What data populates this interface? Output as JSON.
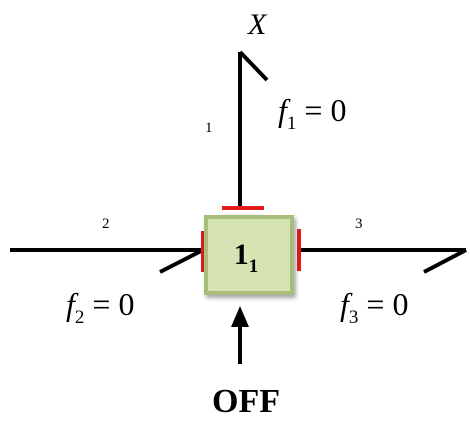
{
  "node": {
    "label_main": "1",
    "label_sub": "1",
    "fill": "#d6e4b3",
    "stroke": "#a9bd7a"
  },
  "colors": {
    "bond": "#000000",
    "causal_stroke": "#e31b1b"
  },
  "top_effort_label": "X",
  "bonds": [
    {
      "id": "1",
      "flow": {
        "symbol": "f",
        "sub": "1",
        "rest": " = 0"
      }
    },
    {
      "id": "2",
      "flow": {
        "symbol": "f",
        "sub": "2",
        "rest": " = 0"
      }
    },
    {
      "id": "3",
      "flow": {
        "symbol": "f",
        "sub": "3",
        "rest": " = 0"
      }
    }
  ],
  "input_label": "OFF"
}
